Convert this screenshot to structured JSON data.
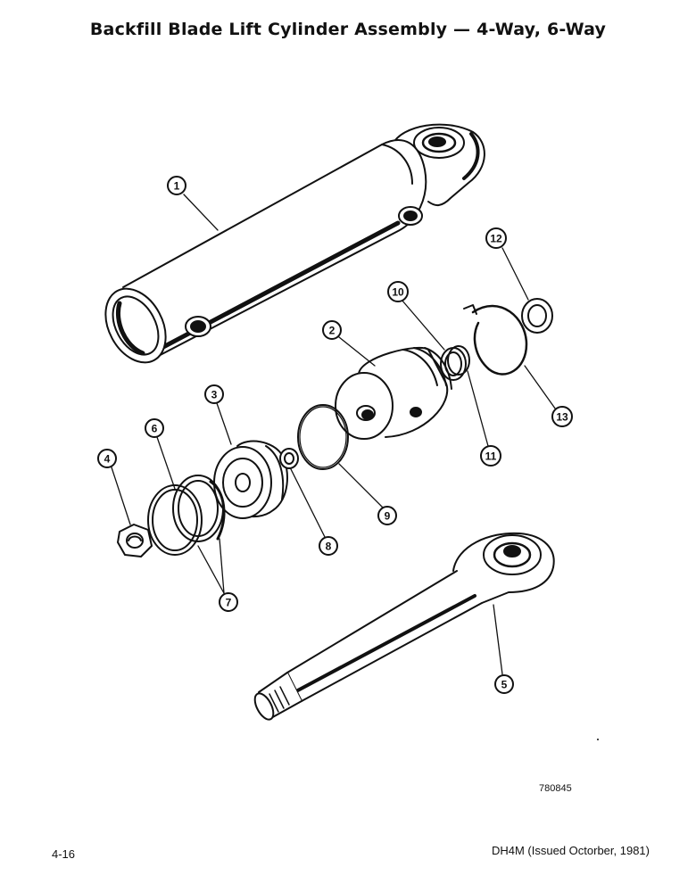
{
  "header": {
    "title": "Backfill Blade Lift Cylinder Assembly — 4-Way, 6-Way"
  },
  "callouts": [
    "1",
    "2",
    "3",
    "4",
    "5",
    "6",
    "7",
    "8",
    "9",
    "10",
    "11",
    "12",
    "13"
  ],
  "figure_number": "780845",
  "footer": {
    "page_number": "4-16",
    "issue_note": "DH4M (Issued Octorber, 1981)"
  }
}
